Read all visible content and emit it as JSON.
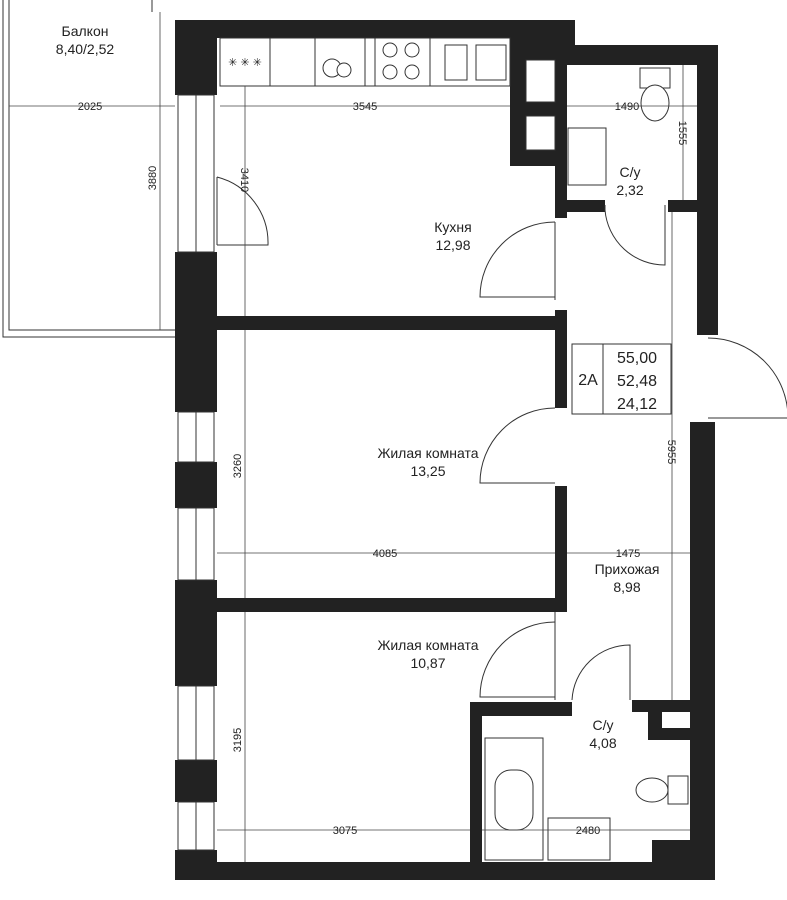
{
  "rooms": {
    "balcony": {
      "name": "Балкон",
      "area": "8,40/2,52"
    },
    "kitchen": {
      "name": "Кухня",
      "area": "12,98"
    },
    "wc1": {
      "name": "С/у",
      "area": "2,32"
    },
    "living1": {
      "name": "Жилая комната",
      "area": "13,25"
    },
    "hall": {
      "name": "Прихожая",
      "area": "8,98"
    },
    "living2": {
      "name": "Жилая комната",
      "area": "10,87"
    },
    "wc2": {
      "name": "С/у",
      "area": "4,08"
    }
  },
  "summary": {
    "type": "2A",
    "total": "55,00",
    "living_total": "52,48",
    "living": "24,12"
  },
  "dimensions": {
    "balcony_width": "2025",
    "balcony_height": "3880",
    "kitchen_width": "3545",
    "kitchen_height": "3410",
    "wc1_width": "1490",
    "wc1_height": "1555",
    "living1_height": "3260",
    "living1_width": "4085",
    "hall_width": "1475",
    "hall_height": "5955",
    "living2_height": "3195",
    "living2_width": "3075",
    "wc2_width": "2480"
  },
  "colors": {
    "wall": "#222222",
    "line": "#333333",
    "background": "#ffffff"
  }
}
